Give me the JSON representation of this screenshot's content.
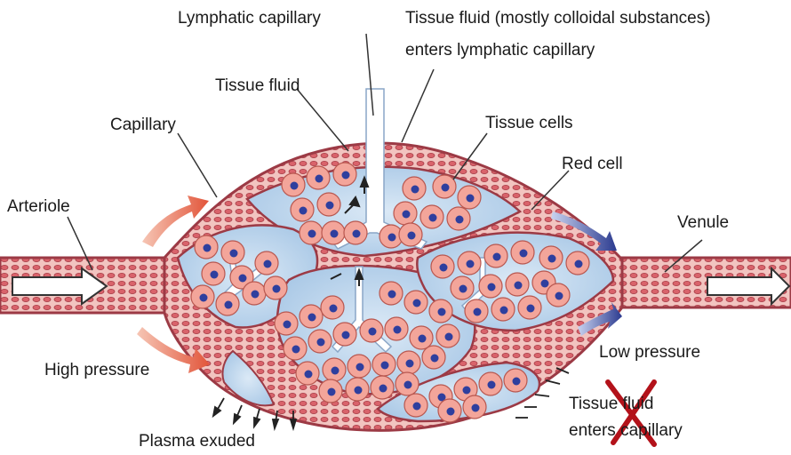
{
  "labels": {
    "lymphatic_capillary": "Lymphatic capillary",
    "fluid_enters_lymph_line1": "Tissue fluid (mostly colloidal substances)",
    "fluid_enters_lymph_line2": "enters lymphatic capillary",
    "tissue_fluid": "Tissue fluid",
    "tissue_cells": "Tissue cells",
    "capillary": "Capillary",
    "red_cell": "Red cell",
    "arteriole": "Arteriole",
    "venule": "Venule",
    "low_pressure": "Low pressure",
    "high_pressure": "High pressure",
    "fluid_enters_capillary_line1": "Tissue fluid",
    "fluid_enters_capillary_line2": "enters capillary",
    "plasma_exuded": "Plasma exuded"
  },
  "colors": {
    "vessel_wall": "#9c3a45",
    "vessel_fill": "#f2c4c0",
    "red_cell": "#d9636b",
    "tissue_fluid": "#c9dff2",
    "tissue_cell": "#f3a59a",
    "nucleus": "#2f3f9e",
    "high_pressure_arrow": "#e2553a",
    "low_pressure_arrow": "#2b3a8f",
    "cross_mark": "#b3121a"
  }
}
